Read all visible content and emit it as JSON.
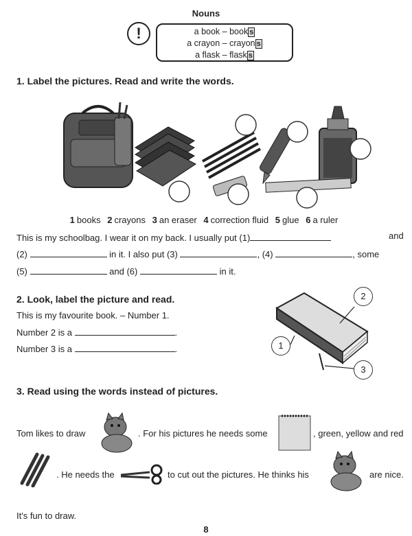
{
  "header": {
    "title": "Nouns",
    "exclamation": "!",
    "rules": [
      {
        "text": "a book – book",
        "suffix": "s"
      },
      {
        "text": "a crayon – crayon",
        "suffix": "s"
      },
      {
        "text": "a flask – flask",
        "suffix": "s"
      }
    ]
  },
  "ex1": {
    "heading": "1. Label the pictures. Read and write the words.",
    "words": [
      {
        "num": "1",
        "word": "books"
      },
      {
        "num": "2",
        "word": "crayons"
      },
      {
        "num": "3",
        "word": "an eraser"
      },
      {
        "num": "4",
        "word": "correction fluid"
      },
      {
        "num": "5",
        "word": "glue"
      },
      {
        "num": "6",
        "word": "a ruler"
      }
    ],
    "text_1": "This is my schoolbag. I wear it on my back. I usually put (1)",
    "text_and": "and",
    "text_2a": "(2)",
    "text_2b": "in it. I also put (3)",
    "text_4": ", (4)",
    "text_some": ", some",
    "text_5": "(5)",
    "text_and6": "and (6)",
    "text_init": "in it."
  },
  "ex2": {
    "heading": "2. Look, label the picture and read.",
    "line1": "This is my favourite book. – Number 1.",
    "line2": "Number 2 is a",
    "line3": "Number 3 is a",
    "dot": ".",
    "labels": [
      "1",
      "2",
      "3"
    ]
  },
  "ex3": {
    "heading": "3. Read using the words instead of pictures.",
    "s1": "Tom likes to draw",
    "s2": ". For his pictures he needs some",
    "s3": ", green, yellow and red",
    "s4": ". He needs the",
    "s5": "to cut out the pictures. He thinks his",
    "s6": "are nice.",
    "s7": "It's fun to draw."
  },
  "footer": {
    "page_number": "8"
  }
}
